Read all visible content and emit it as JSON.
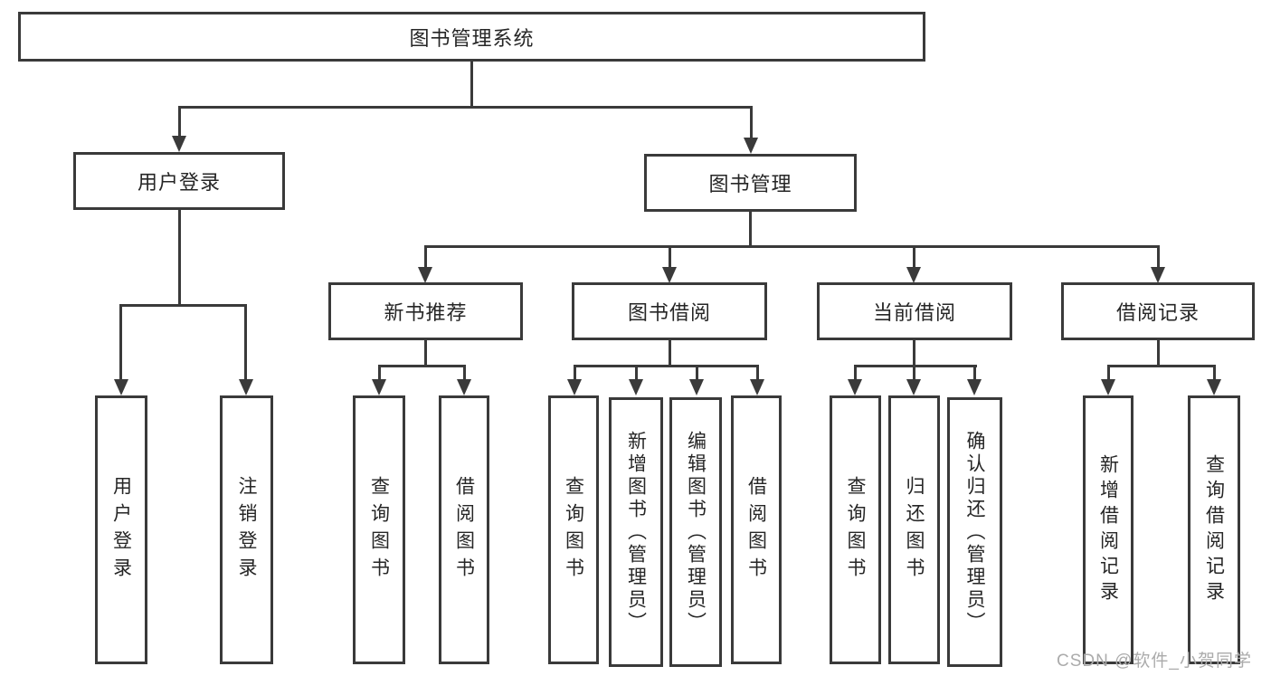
{
  "nodes": {
    "root": "图书管理系统",
    "user_login": "用户登录",
    "book_mgmt": "图书管理",
    "new_book_rec": "新书推荐",
    "book_borrow": "图书借阅",
    "current_borrow": "当前借阅",
    "borrow_records": "借阅记录"
  },
  "leaves": {
    "user_login": [
      "用户登录",
      "注销登录"
    ],
    "new_book_rec": [
      "查询图书",
      "借阅图书"
    ],
    "book_borrow": [
      "查询图书",
      "新增图书（管理员）",
      "编辑图书（管理员）",
      "借阅图书"
    ],
    "current_borrow": [
      "查询图书",
      "归还图书",
      "确认归还（管理员）"
    ],
    "borrow_records": [
      "新增借阅记录",
      "查询借阅记录"
    ]
  },
  "watermark": "CSDN @软件_小贺同学",
  "colors": {
    "line": "#3a3a3a",
    "text": "#262626",
    "watermark": "#ababab",
    "background": "#ffffff"
  }
}
